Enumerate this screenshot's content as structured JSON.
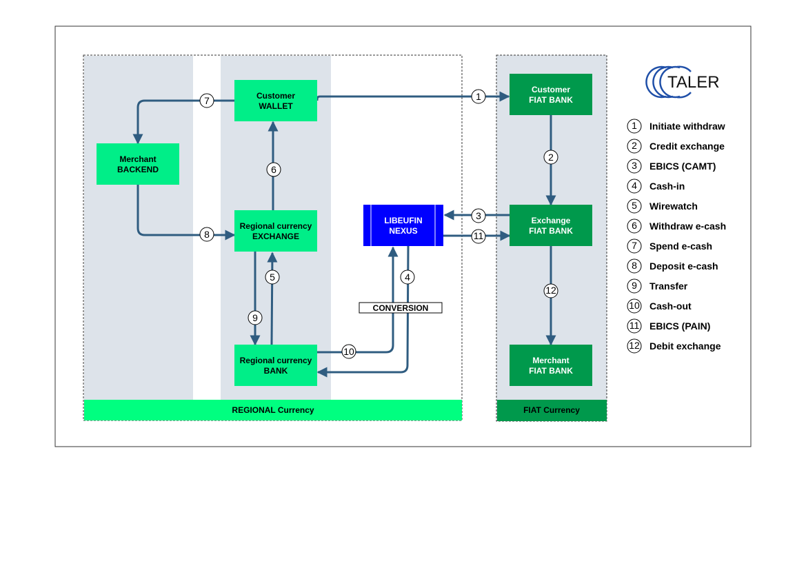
{
  "colors": {
    "regional_green": "#00ff80",
    "regional_box": "#00ee88",
    "fiat_green": "#00994c",
    "fiat_bar": "#00994c",
    "nexus_blue": "#0000ff",
    "lane_gray": "#dde3ea",
    "arrow": "#2f5c80",
    "taler_blue": "#1f4fa8"
  },
  "logo": {
    "text": "TALER"
  },
  "zones": {
    "regional_label": "REGIONAL Currency",
    "fiat_label": "FIAT Currency"
  },
  "nodes": {
    "customer_wallet": [
      "Customer",
      "WALLET"
    ],
    "merchant_backend": [
      "Merchant",
      "BACKEND"
    ],
    "regional_exchange": [
      "Regional currency",
      "EXCHANGE"
    ],
    "regional_bank": [
      "Regional currency",
      "BANK"
    ],
    "libeufin_nexus": [
      "LIBEUFIN",
      "NEXUS"
    ],
    "customer_fiat_bank": [
      "Customer",
      "FIAT BANK"
    ],
    "exchange_fiat_bank": [
      "Exchange",
      "FIAT BANK"
    ],
    "merchant_fiat_bank": [
      "Merchant",
      "FIAT BANK"
    ],
    "conversion": "CONVERSION"
  },
  "steps": [
    {
      "num": "1",
      "label": "Initiate withdraw"
    },
    {
      "num": "2",
      "label": "Credit exchange"
    },
    {
      "num": "3",
      "label": "EBICS (CAMT)"
    },
    {
      "num": "4",
      "label": "Cash-in"
    },
    {
      "num": "5",
      "label": "Wirewatch"
    },
    {
      "num": "6",
      "label": "Withdraw e-cash"
    },
    {
      "num": "7",
      "label": "Spend e-cash"
    },
    {
      "num": "8",
      "label": "Deposit e-cash"
    },
    {
      "num": "9",
      "label": "Transfer"
    },
    {
      "num": "10",
      "label": "Cash-out"
    },
    {
      "num": "11",
      "label": "EBICS (PAIN)"
    },
    {
      "num": "12",
      "label": "Debit exchange"
    }
  ]
}
